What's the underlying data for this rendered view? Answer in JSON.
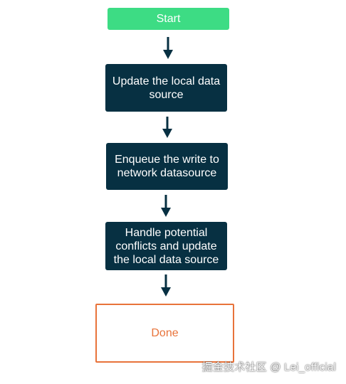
{
  "diagram": {
    "nodes": {
      "start": "Start",
      "step1": "Update the local data\nsource",
      "step2": "Enqueue the write to\nnetwork datasource",
      "step3": "Handle potential\nconflicts and update\nthe local data source",
      "done": "Done"
    }
  },
  "colors": {
    "start_fill": "#3ddc84",
    "step_fill": "#073042",
    "done_border": "#e8733a",
    "arrow": "#073042"
  },
  "watermark": "掘金技术社区 @ Lei_official"
}
